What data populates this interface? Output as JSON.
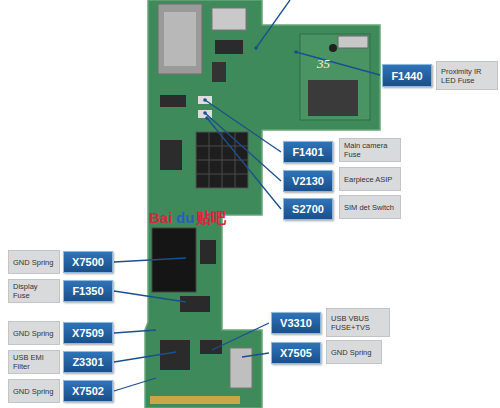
{
  "diagram": {
    "nodes": [
      {
        "text": [
          "F1440"
        ]
      },
      {
        "text": [
          "Proximity IR LED Fuse"
        ]
      },
      {
        "text": [
          "F1401"
        ]
      },
      {
        "text": [
          "Main camera Fuse"
        ]
      },
      {
        "text": [
          "V2130"
        ]
      },
      {
        "text": [
          "Earpiece ASIP"
        ]
      },
      {
        "text": [
          "S2700"
        ]
      },
      {
        "text": [
          "SIM det Switch"
        ]
      },
      {
        "text": [
          "GND Spring"
        ]
      },
      {
        "text": [
          "X7500"
        ]
      },
      {
        "text": [
          "Display Fuse"
        ]
      },
      {
        "text": [
          "F1350"
        ]
      },
      {
        "text": [
          "V3310"
        ]
      },
      {
        "text": [
          "USB VBUS FUSE+TVS"
        ]
      },
      {
        "text": [
          "GND Spring"
        ]
      },
      {
        "text": [
          "X7509"
        ]
      },
      {
        "text": [
          "X7505"
        ]
      },
      {
        "text": [
          "GND Spring"
        ]
      },
      {
        "text": [
          "USB EMI Filter"
        ]
      },
      {
        "text": [
          "Z3301"
        ]
      },
      {
        "text": [
          "GND Spring"
        ]
      },
      {
        "text": [
          "X7502"
        ]
      }
    ],
    "labels": [
      "35",
      "Bai",
      "du",
      "贴吧"
    ]
  }
}
